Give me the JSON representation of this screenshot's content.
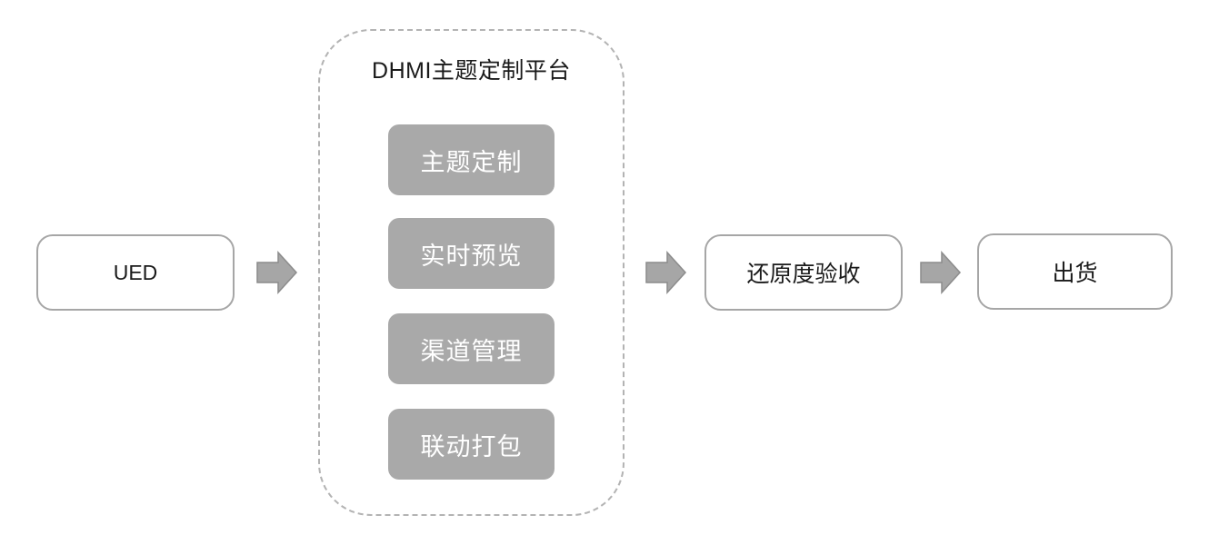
{
  "diagram": {
    "flow": {
      "source": {
        "label": "UED"
      },
      "platform": {
        "title": "DHMI主题定制平台",
        "modules": [
          {
            "label": "主题定制"
          },
          {
            "label": "实时预览"
          },
          {
            "label": "渠道管理"
          },
          {
            "label": "联动打包"
          }
        ]
      },
      "acceptance": {
        "label": "还原度验收"
      },
      "shipping": {
        "label": "出货"
      }
    },
    "icons": {
      "connector": "arrow-right"
    },
    "colors": {
      "background": "#ffffff",
      "box_border": "#a6a6a6",
      "box_text": "#1a1a1a",
      "module_fill": "#a9a9a9",
      "module_text": "#ffffff",
      "arrow_fill": "#a6a6a6",
      "arrow_stroke": "#8c8c8c",
      "dashed_border": "#b3b3b3"
    }
  }
}
